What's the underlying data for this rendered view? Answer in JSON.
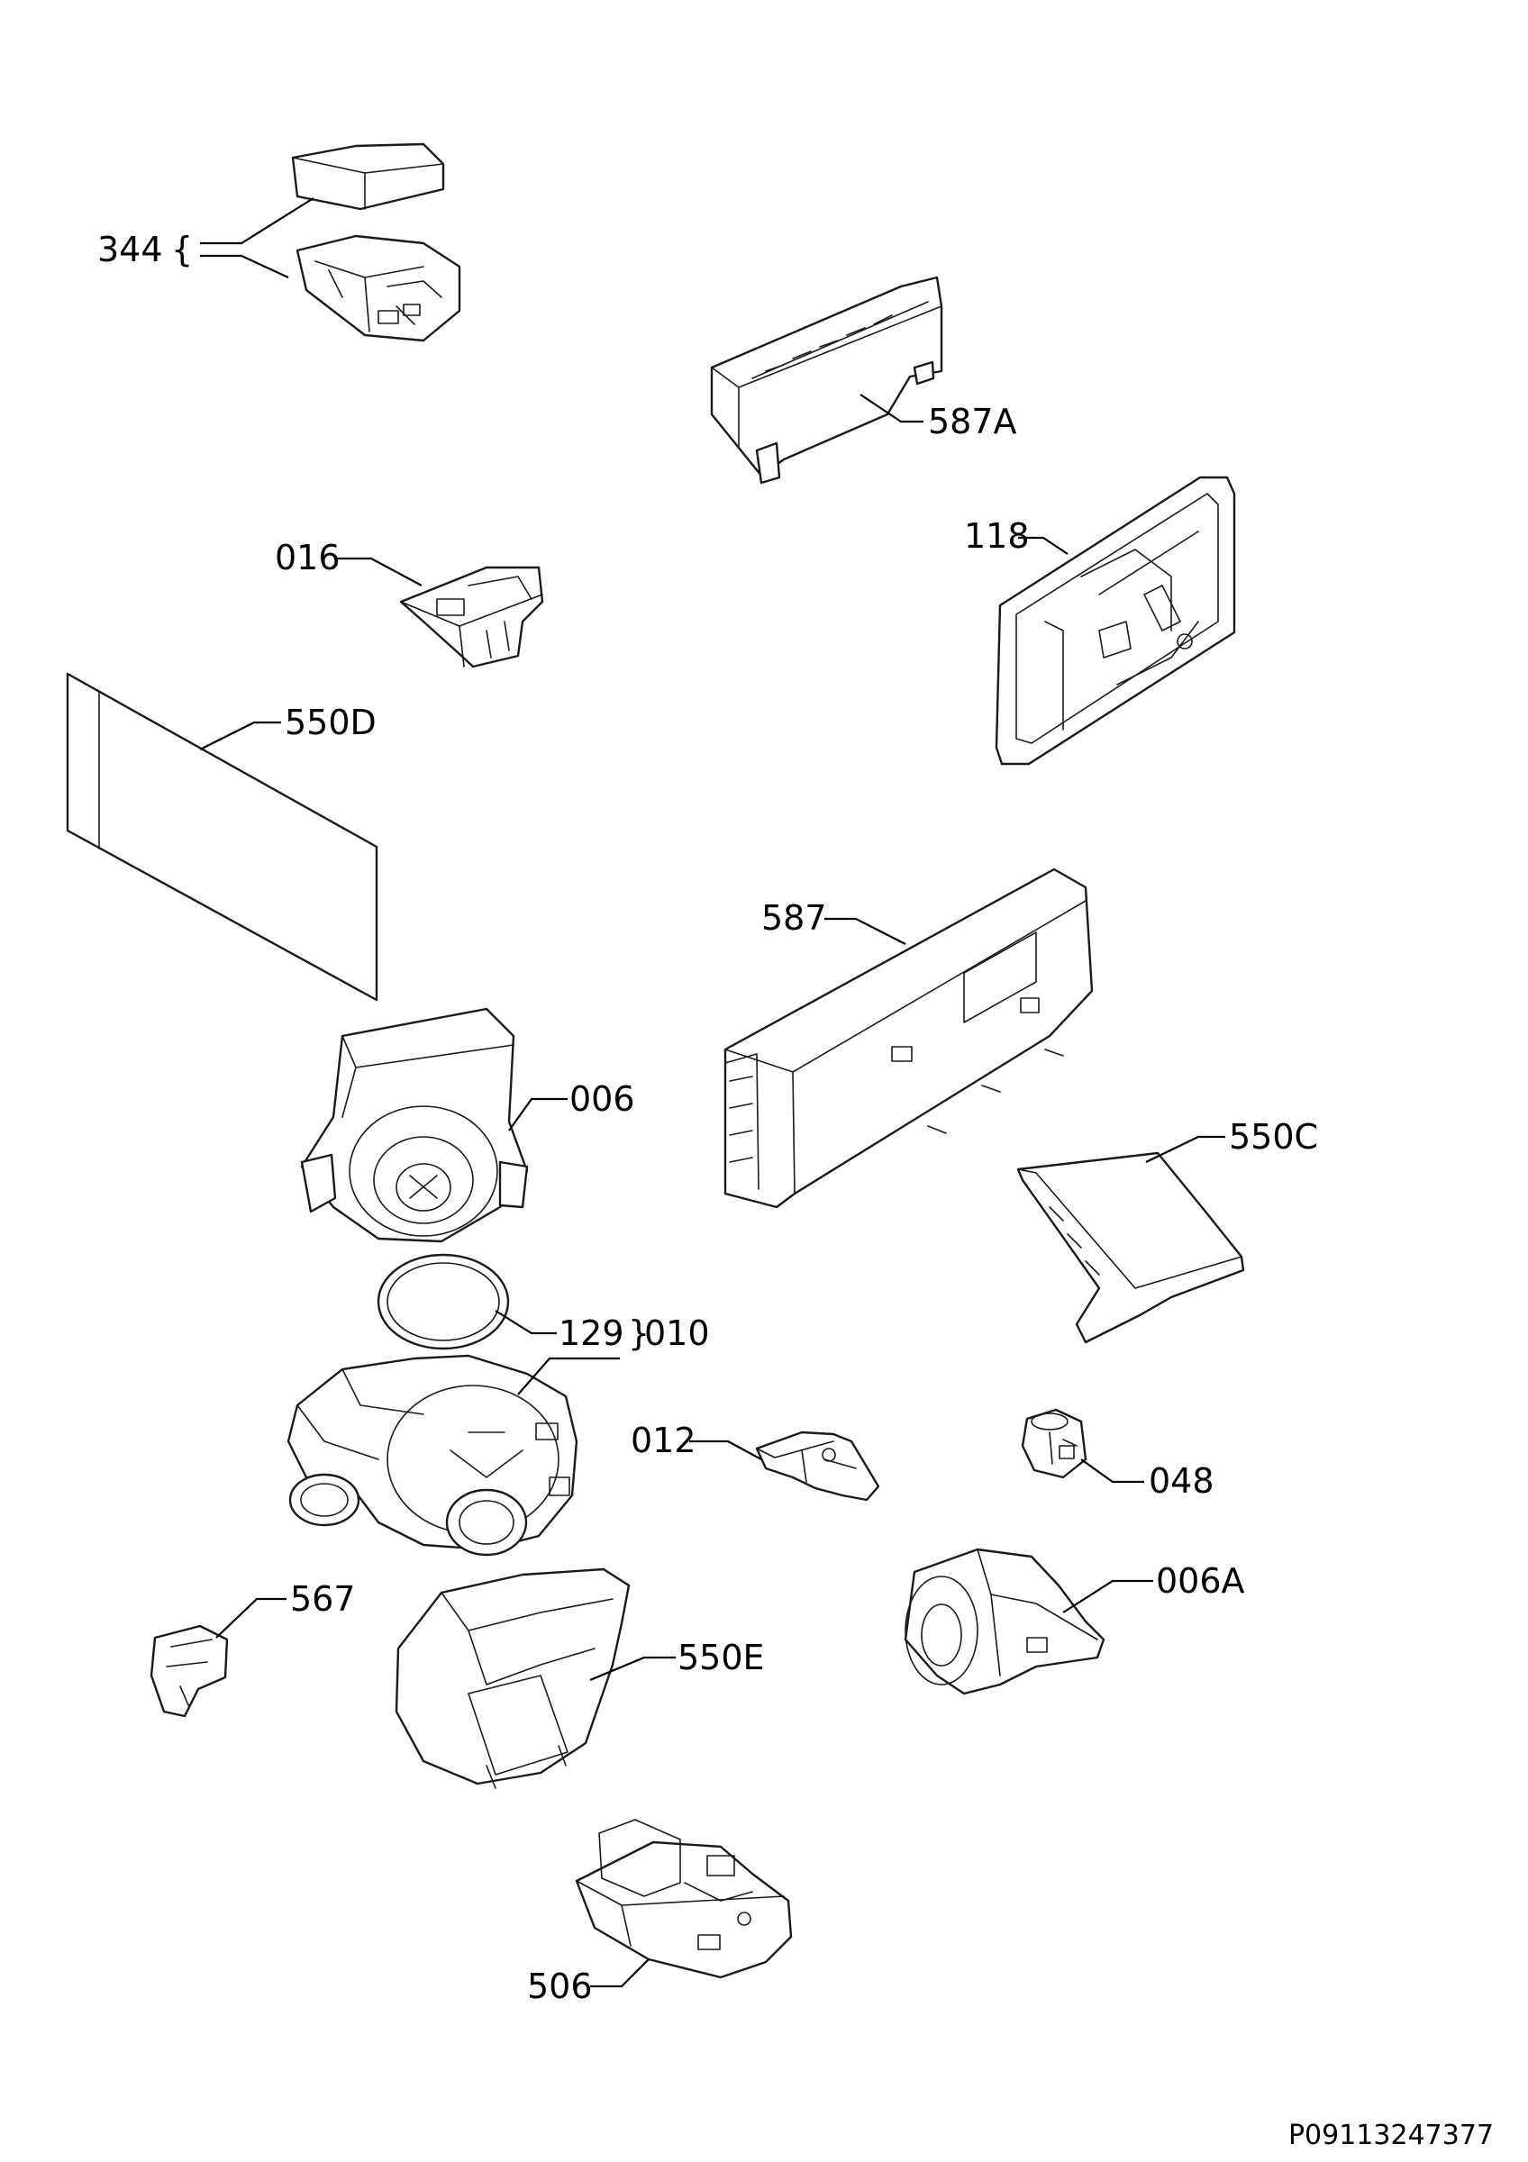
{
  "callouts": {
    "c344": "344",
    "c587A": "587A",
    "c016": "016",
    "c118": "118",
    "c550D": "550D",
    "c587": "587",
    "c006": "006",
    "c550C": "550C",
    "c129": "129",
    "c010": "010",
    "c012": "012",
    "c048": "048",
    "c567": "567",
    "c006A": "006A",
    "c550E": "550E",
    "c506": "506"
  },
  "drawing_number": "P09113247377"
}
